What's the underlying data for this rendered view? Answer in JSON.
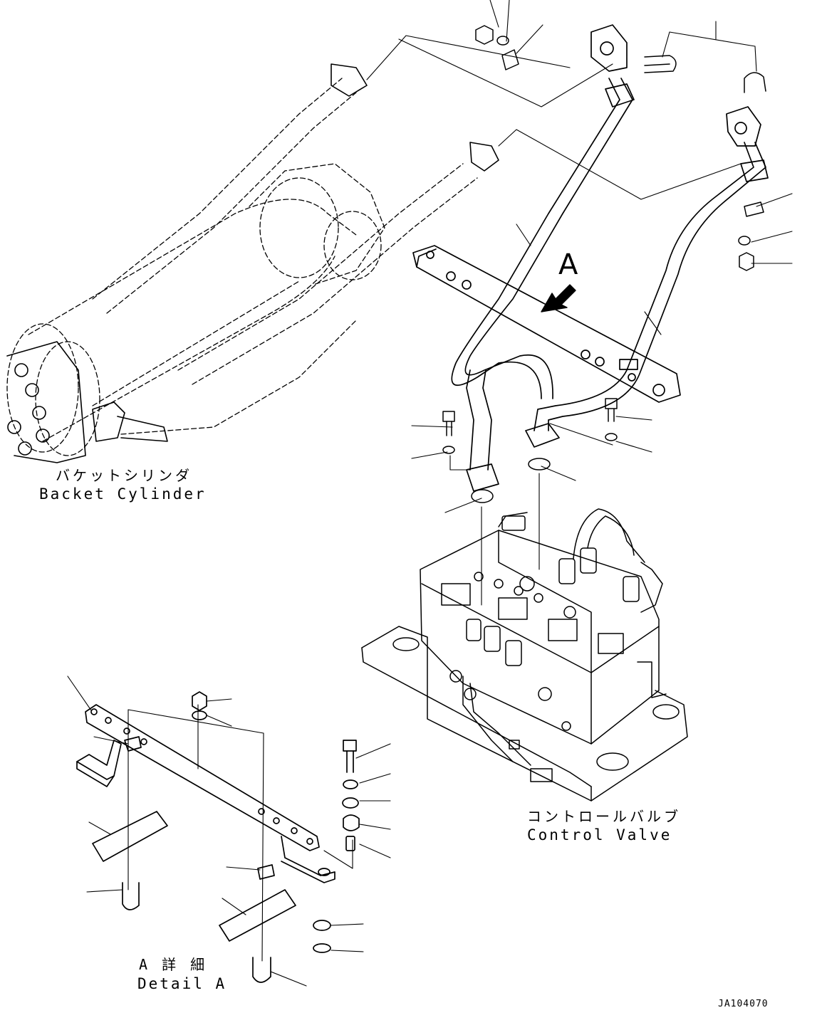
{
  "labels": {
    "bucket_cylinder_jp": "バケットシリンダ",
    "bucket_cylinder_en": "Backet Cylinder",
    "control_valve_jp": "コントロールバルブ",
    "control_valve_en": "Control Valve",
    "detail_a_jp": "A 詳 細",
    "detail_a_en": "Detail A",
    "view_arrow": "A",
    "drawing_ref": "JA104070"
  },
  "colors": {
    "line": "#000000",
    "background": "#ffffff"
  }
}
